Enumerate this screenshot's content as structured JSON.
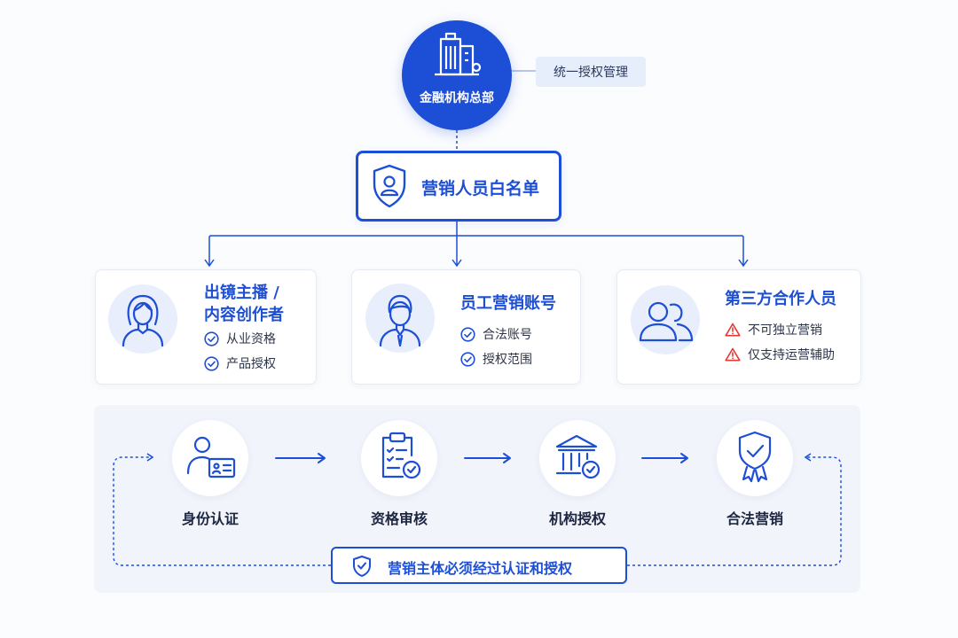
{
  "hq": {
    "label": "金融机构总部",
    "icon": "bank-building-icon"
  },
  "management_tag": "统一授权管理",
  "whitelist": {
    "label": "营销人员白名单",
    "icon": "shield-user-icon"
  },
  "roles": [
    {
      "title_line1": "出镜主播 /",
      "title_line2": "内容创作者",
      "icon": "female-avatar-icon",
      "features": [
        "从业资格",
        "产品授权"
      ],
      "feature_type": "check"
    },
    {
      "title": "员工营销账号",
      "icon": "male-employee-icon",
      "features": [
        "合法账号",
        "授权范围"
      ],
      "feature_type": "check"
    },
    {
      "title": "第三方合作人员",
      "icon": "group-people-icon",
      "features": [
        "不可独立营销",
        "仅支持运营辅助"
      ],
      "feature_type": "warning"
    }
  ],
  "process_steps": [
    {
      "label": "身份认证",
      "icon": "id-card-icon"
    },
    {
      "label": "资格审核",
      "icon": "clipboard-check-icon"
    },
    {
      "label": "机构授权",
      "icon": "institution-check-icon"
    },
    {
      "label": "合法营销",
      "icon": "badge-check-icon"
    }
  ],
  "rule": {
    "label": "营销主体必须经过认证和授权",
    "icon": "shield-check-icon"
  },
  "colors": {
    "primary": "#1d4fd6",
    "warning": "#e53935",
    "panel": "#f1f4fb",
    "avatar_bg": "#e8eefb"
  }
}
